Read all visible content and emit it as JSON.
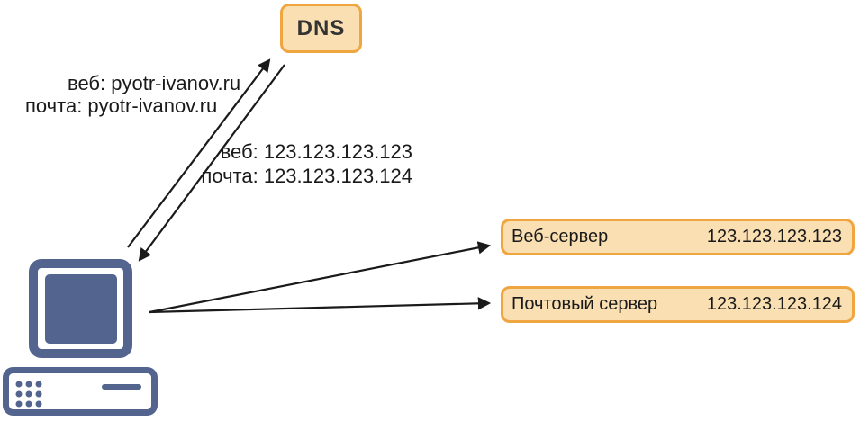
{
  "diagram": {
    "title_semantic": "DNS name resolution scheme",
    "dns_box": {
      "label": "DNS"
    },
    "request_labels": {
      "line1": "веб: pyotr-ivanov.ru",
      "line2": "почта: pyotr-ivanov.ru"
    },
    "response_labels": {
      "line1": "веб: 123.123.123.123",
      "line2": "почта: 123.123.123.124"
    },
    "servers": [
      {
        "name": "Веб-сервер",
        "ip": "123.123.123.123"
      },
      {
        "name": "Почтовый сервер",
        "ip": "123.123.123.124"
      }
    ],
    "colors": {
      "box_fill": "#F9DFB2",
      "box_border": "#F0A640",
      "computer_blue": "#53658E",
      "arrow": "#1A1A1A"
    }
  }
}
